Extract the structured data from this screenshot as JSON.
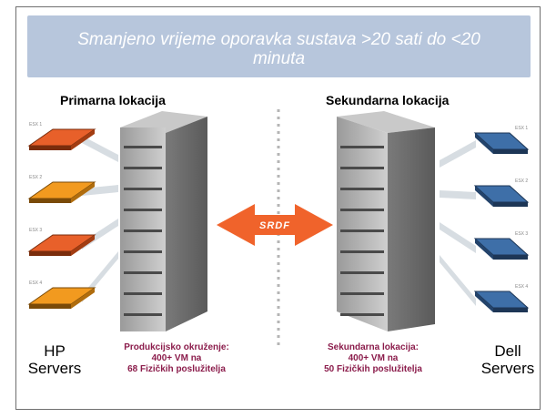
{
  "banner": {
    "title": "Smanjeno vrijeme oporavka sustava >20 sati do <20 minuta"
  },
  "primary": {
    "title": "Primarna lokacija",
    "brand_line1": "HP",
    "brand_line2": "Servers",
    "caption_line1": "Produkcijsko okruženje:",
    "caption_line2": "400+ VM na",
    "caption_line3": "68 Fizičkih poslužitelja",
    "hosts": [
      "ESX 1",
      "ESX 2",
      "ESX 3",
      "ESX 4"
    ],
    "host_colors": [
      "#e8602a",
      "#f29a1f",
      "#e8602a",
      "#f29a1f"
    ]
  },
  "secondary": {
    "title": "Sekundarna lokacija",
    "brand_line1": "Dell",
    "brand_line2": "Servers",
    "caption_line1": "Sekundarna lokacija:",
    "caption_line2": "400+ VM na",
    "caption_line3": "50 Fizičkih poslužitelja",
    "hosts": [
      "ESX 1",
      "ESX 2",
      "ESX 3",
      "ESX 4"
    ],
    "host_color": "#3e6fa8"
  },
  "link": {
    "label": "SRDF",
    "color": "#f0632b"
  }
}
